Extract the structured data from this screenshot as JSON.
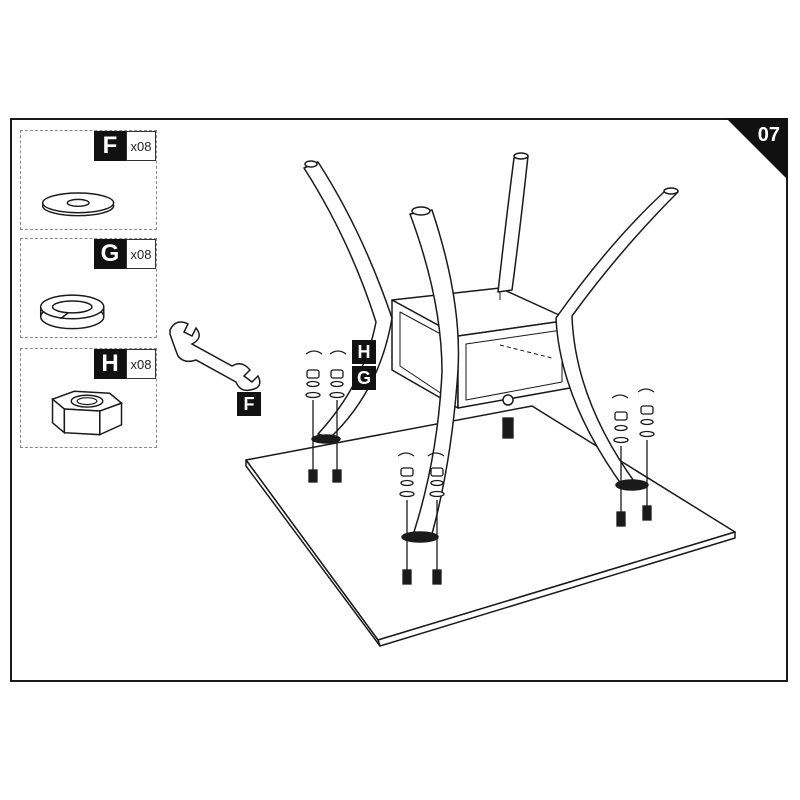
{
  "step": {
    "number": "07"
  },
  "parts": [
    {
      "letter": "F",
      "qty": "x08",
      "icon": "washer-icon"
    },
    {
      "letter": "G",
      "qty": "x08",
      "icon": "spring-washer-icon"
    },
    {
      "letter": "H",
      "qty": "x08",
      "icon": "hex-nut-icon"
    }
  ],
  "callouts": {
    "wrench": "F",
    "stack_top": "H",
    "stack_bottom": "G"
  },
  "colors": {
    "ink": "#1a1a1a",
    "fill": "#ffffff",
    "dashed": "#8a8a8a"
  }
}
